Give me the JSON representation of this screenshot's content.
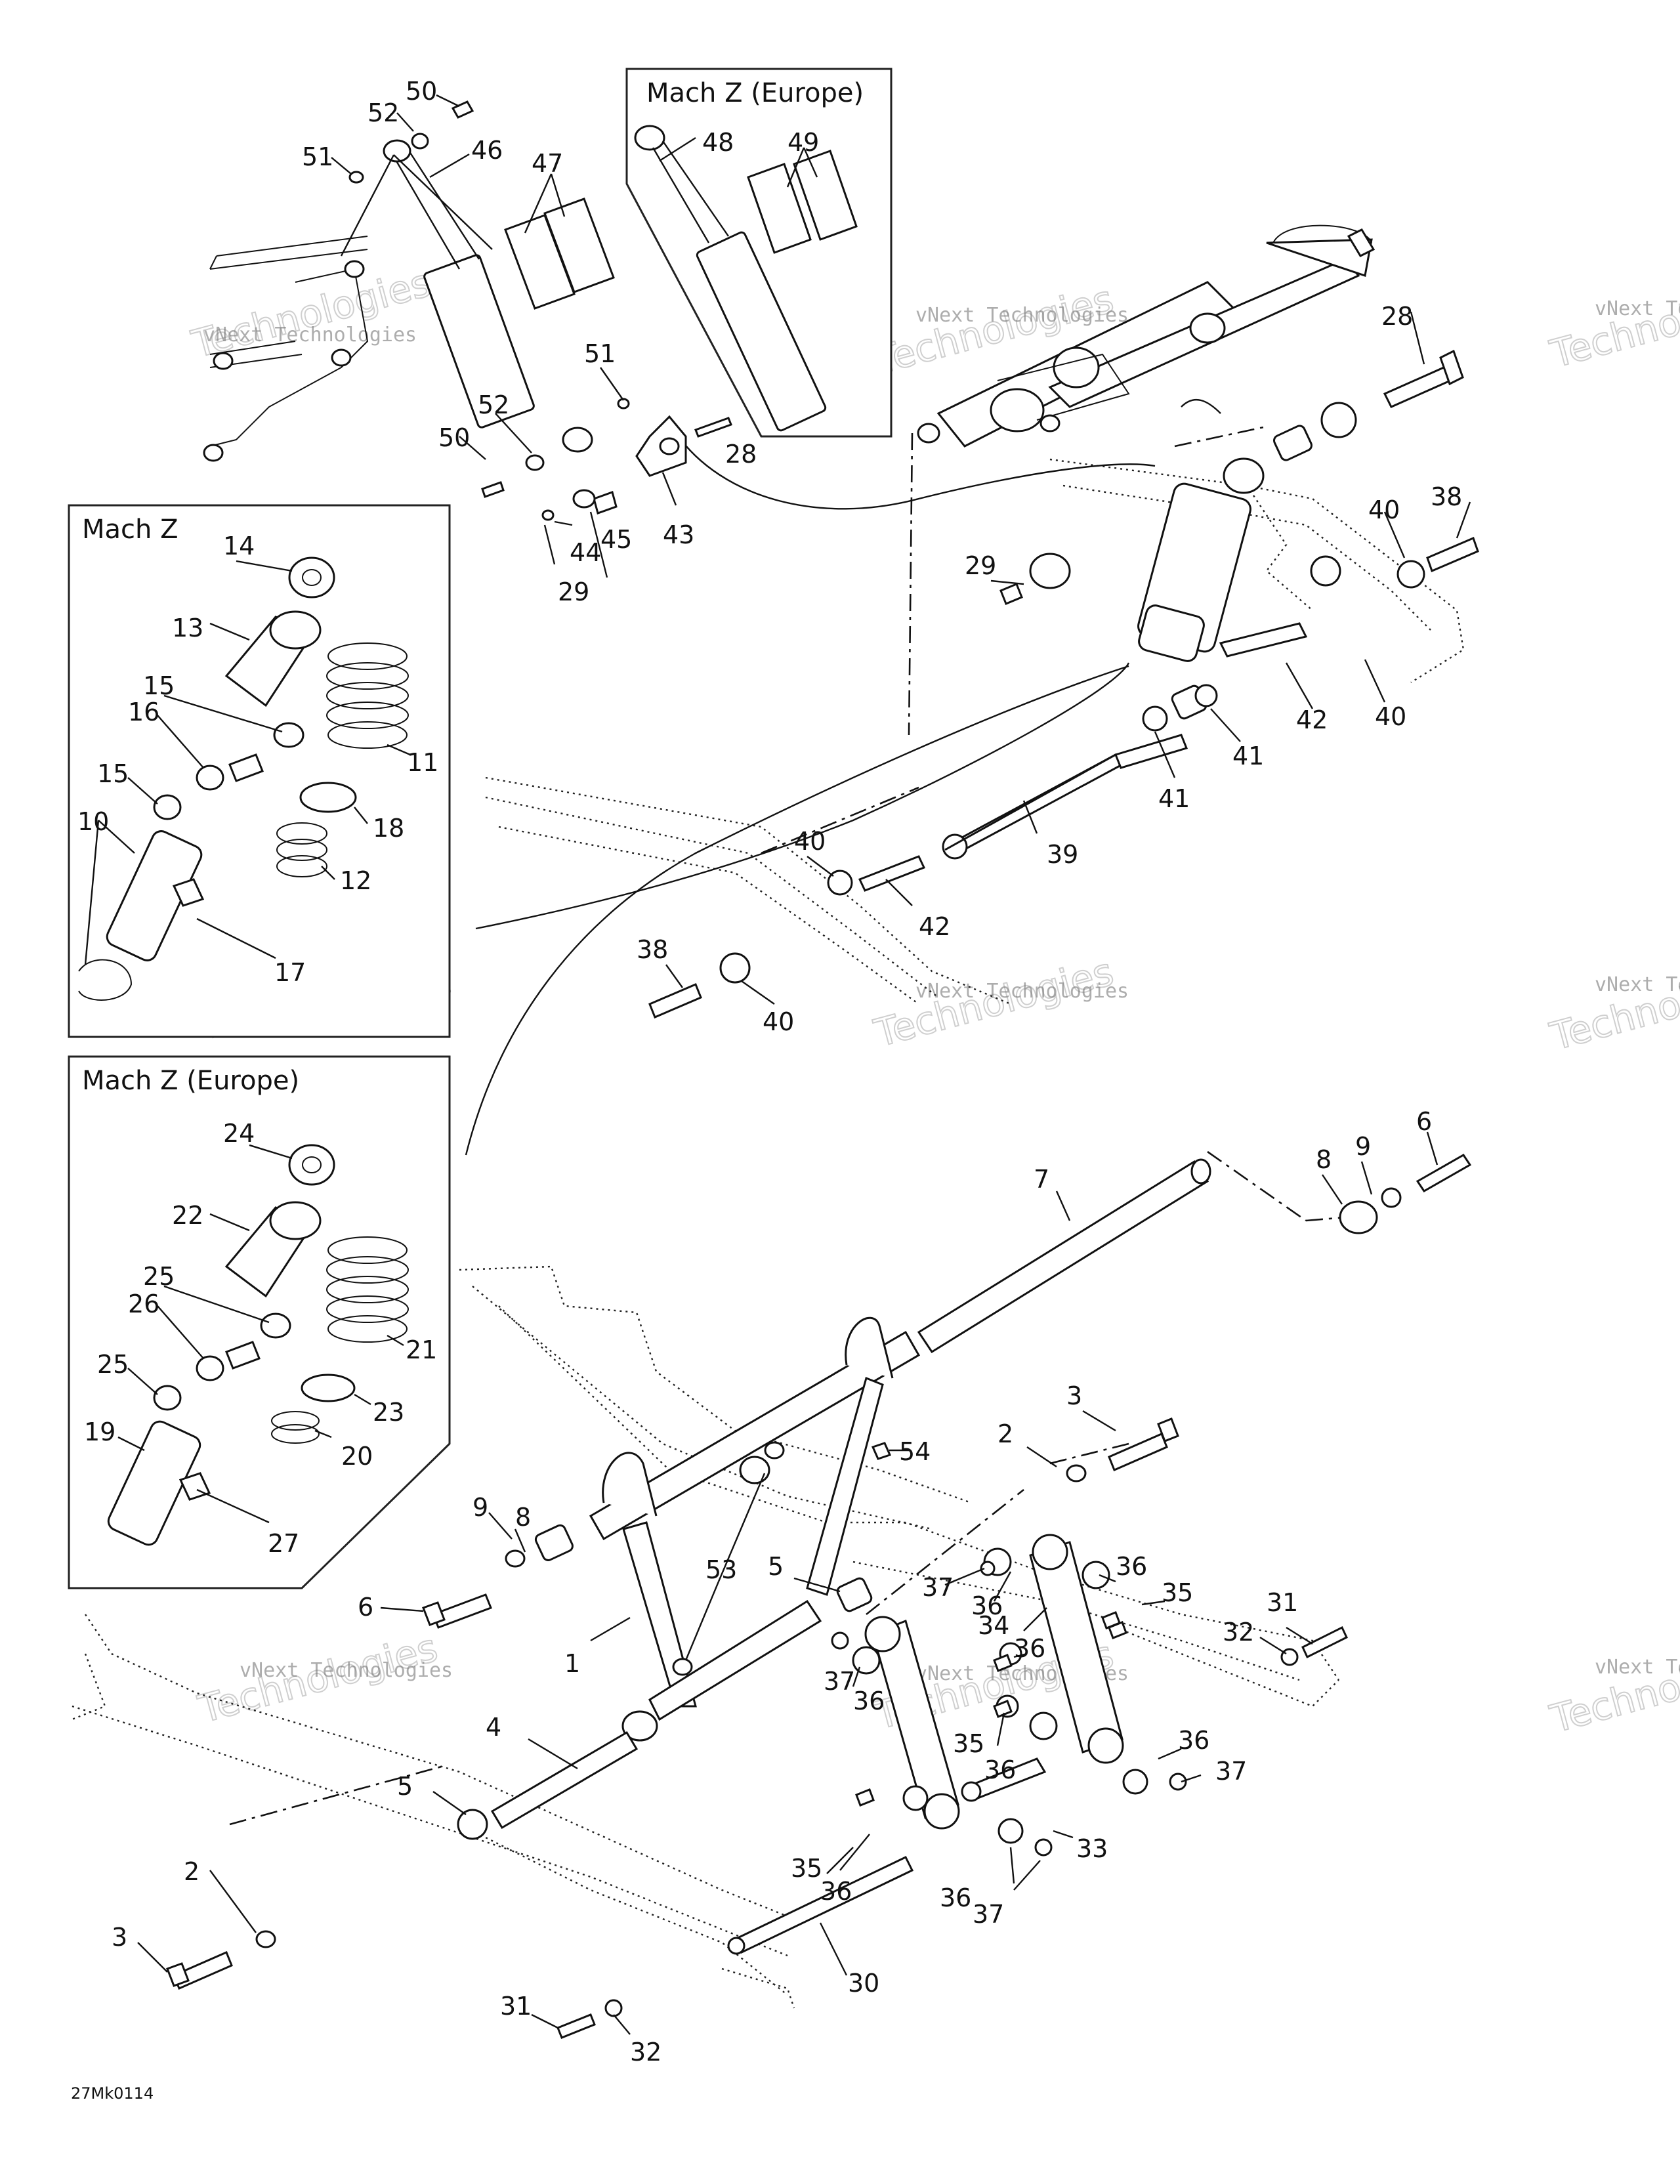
{
  "panels": {
    "mach_z": "Mach Z",
    "mach_z_europe_top": "Mach Z (Europe)",
    "mach_z_europe_left": "Mach Z (Europe)"
  },
  "watermark": {
    "line1": "vNext Technologies",
    "line2": "Technologies"
  },
  "drawing_code": "27Mk0114",
  "callouts": [
    "50",
    "52",
    "51",
    "46",
    "47",
    "48",
    "49",
    "51",
    "52",
    "50",
    "28",
    "44",
    "45",
    "43",
    "29",
    "14",
    "13",
    "15",
    "16",
    "11",
    "15",
    "18",
    "10",
    "12",
    "17",
    "28",
    "40",
    "38",
    "29",
    "40",
    "41",
    "42",
    "41",
    "40",
    "39",
    "42",
    "38",
    "40",
    "24",
    "22",
    "25",
    "26",
    "21",
    "25",
    "23",
    "19",
    "20",
    "27",
    "7",
    "6",
    "8",
    "9",
    "3",
    "2",
    "54",
    "8",
    "9",
    "53",
    "5",
    "6",
    "37",
    "36",
    "36",
    "35",
    "34",
    "36",
    "1",
    "37",
    "36",
    "4",
    "35",
    "36",
    "36",
    "37",
    "5",
    "35",
    "36",
    "33",
    "36",
    "37",
    "2",
    "3",
    "30",
    "31",
    "32",
    "31",
    "32"
  ]
}
